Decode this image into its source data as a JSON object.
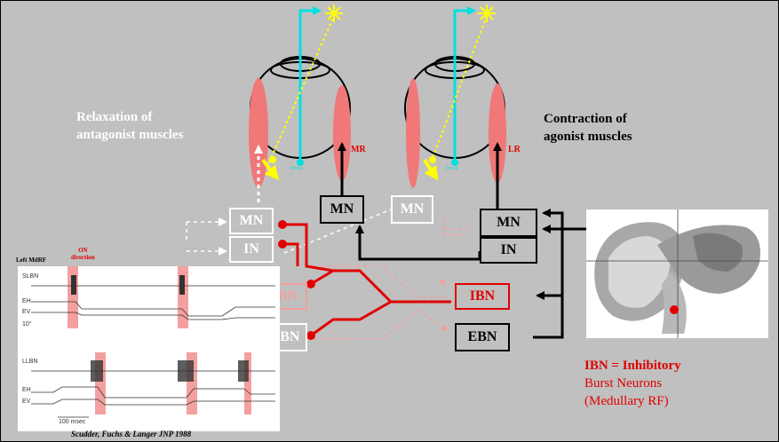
{
  "headings": {
    "left": [
      "Relaxation of",
      "antagonist muscles"
    ],
    "right": [
      "Contraction of",
      "agonist muscles"
    ]
  },
  "muscles": {
    "left_eye_right": "MR",
    "right_eye_right": "LR"
  },
  "eye_labels": {
    "left": "fovea",
    "right": "fovea"
  },
  "boxes": {
    "mn_white_left": "MN",
    "in_white_left": "IN",
    "mn_black_center": "MN",
    "mn_white_center": "MN",
    "mn_black_right": "MN",
    "in_black_right": "IN",
    "ibn_red": "IBN",
    "ebn_black": "EBN",
    "ibn_faded": "IBN",
    "ebn_white": "EBN"
  },
  "trace": {
    "header_left": "Left MdRF",
    "on_direction": [
      "ON",
      "direction"
    ],
    "labels": [
      "SLBN",
      "EH",
      "EV",
      "10°",
      "LLBN",
      "EH",
      "EV",
      "100 msec"
    ],
    "citation": "Scudder, Fuchs & Langer JNP 1988"
  },
  "legend": {
    "line1": "IBN = Inhibitory",
    "line2": "Burst Neurons",
    "line3": "(Medullary RF)"
  },
  "colors": {
    "background": "#c0c0c0",
    "muscle": "#f07878",
    "excitatory": "#000000",
    "inhibitory": "#e00000",
    "visual_axis": "#00e0e0",
    "target_star": "#ffff00",
    "eye_arrow": "#ffff00"
  }
}
